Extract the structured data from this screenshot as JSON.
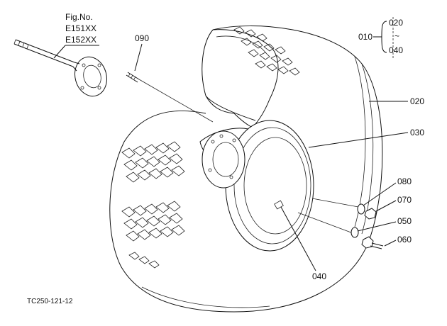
{
  "figure": {
    "fig_label": "Fig.No.",
    "fig_numbers": [
      "E151XX",
      "E152XX"
    ],
    "drawing_code": "TC250-121-12"
  },
  "callouts": {
    "assembly": "010",
    "tire": "020",
    "wheel": "030",
    "valve": "040",
    "washer": "050",
    "bolt": "060",
    "nut": "070",
    "lock_washer": "080",
    "stud": "090"
  },
  "group_bracket": {
    "from": "020",
    "tilde": "~",
    "to": "040"
  }
}
